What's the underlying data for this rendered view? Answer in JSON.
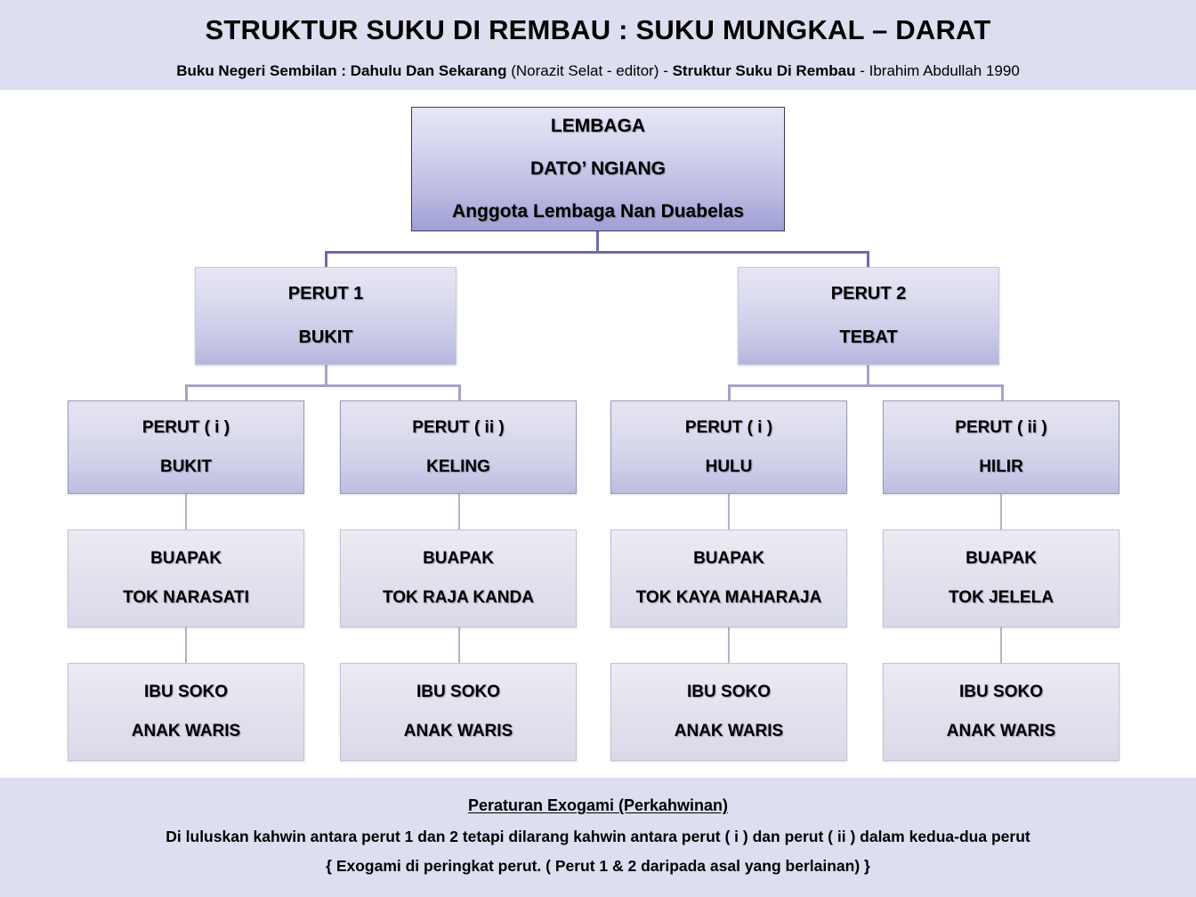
{
  "header": {
    "title": "STRUKTUR SUKU DI REMBAU : SUKU MUNGKAL – DARAT",
    "citation_bold_1": "Buku Negeri Sembilan : Dahulu Dan Sekarang",
    "citation_reg_1": " (Norazit Selat - editor)  - ",
    "citation_bold_2": "Struktur Suku Di Rembau",
    "citation_reg_2": " - Ibrahim Abdullah 1990",
    "band_color": "#dddeef"
  },
  "chart": {
    "root": {
      "line1": "LEMBAGA",
      "line2": "DATO’  NGIANG",
      "line3": "Anggota Lembaga Nan Duabelas"
    },
    "level2": [
      {
        "line1": "PERUT   1",
        "line2": "BUKIT"
      },
      {
        "line1": "PERUT   2",
        "line2": "TEBAT"
      }
    ],
    "level3": [
      {
        "line1": "PERUT  ( i )",
        "line2": "BUKIT"
      },
      {
        "line1": "PERUT ( ii )",
        "line2": "KELING"
      },
      {
        "line1": "PERUT  ( i )",
        "line2": "HULU"
      },
      {
        "line1": "PERUT ( ii )",
        "line2": "HILIR"
      }
    ],
    "level4": [
      {
        "line1": "BUAPAK",
        "line2": "TOK  NARASATI"
      },
      {
        "line1": "BUAPAK",
        "line2": "TOK RAJA KANDA"
      },
      {
        "line1": "BUAPAK",
        "line2": "TOK KAYA MAHARAJA"
      },
      {
        "line1": "BUAPAK",
        "line2": "TOK JELELA"
      }
    ],
    "level5": [
      {
        "line1": "IBU SOKO",
        "line2": "ANAK WARIS"
      },
      {
        "line1": "IBU SOKO",
        "line2": "ANAK WARIS"
      },
      {
        "line1": "IBU SOKO",
        "line2": "ANAK WARIS"
      },
      {
        "line1": "IBU SOKO",
        "line2": "ANAK WARIS"
      }
    ],
    "connector_color_strong": "#6b6bac",
    "connector_color_mid": "#a3a3c8",
    "connector_color_thin": "#b2b2c9"
  },
  "footer": {
    "rule_title": "Peraturan Exogami (Perkahwinan)",
    "rule_line1": "Di luluskan kahwin antara perut 1 dan 2 tetapi dilarang kahwin antara perut ( i ) dan perut ( ii ) dalam kedua-dua perut",
    "rule_line2": "{ Exogami di peringkat perut. ( Perut 1 & 2 daripada asal yang berlainan) }",
    "band_color": "#dddeef"
  }
}
